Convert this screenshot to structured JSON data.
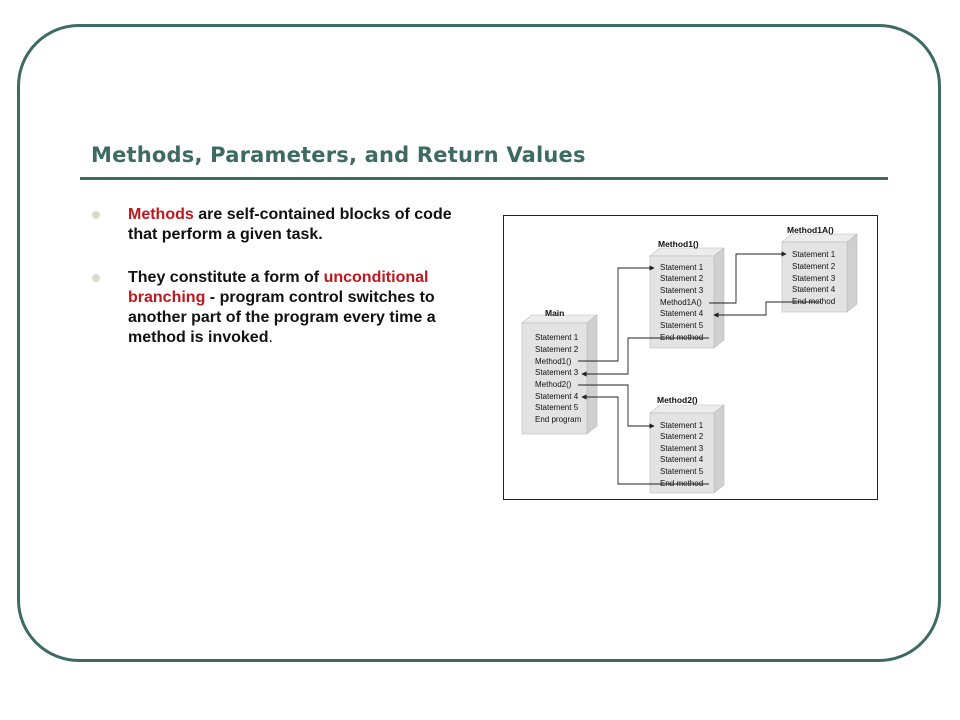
{
  "slide": {
    "title": "Methods, Parameters, and Return Values",
    "bullets": [
      {
        "highlight": "Methods",
        "rest": " are self-contained blocks of code that perform a given task."
      },
      {
        "before": "They constitute a form of ",
        "highlight": "unconditional branching",
        "after": " - program control switches to another part of the program every time a method is invoked",
        "end": "."
      }
    ],
    "colors": {
      "accent": "#3d6b63",
      "highlight": "#c0171f",
      "bullet": "#d8dccb"
    }
  },
  "diagram": {
    "main": {
      "title": "Main",
      "lines": [
        "Statement 1",
        "Statement 2",
        "Method1()",
        "Statement 3",
        "Method2()",
        "Statement 4",
        "Statement 5",
        "End program"
      ]
    },
    "method1": {
      "title": "Method1()",
      "lines": [
        "Statement 1",
        "Statement 2",
        "Statement 3",
        "Method1A()",
        "Statement 4",
        "Statement 5",
        "End method"
      ]
    },
    "method1a": {
      "title": "Method1A()",
      "lines": [
        "Statement 1",
        "Statement 2",
        "Statement 3",
        "Statement 4",
        "End method"
      ]
    },
    "method2": {
      "title": "Method2()",
      "lines": [
        "Statement 1",
        "Statement 2",
        "Statement 3",
        "Statement 4",
        "Statement 5",
        "End method"
      ]
    }
  }
}
